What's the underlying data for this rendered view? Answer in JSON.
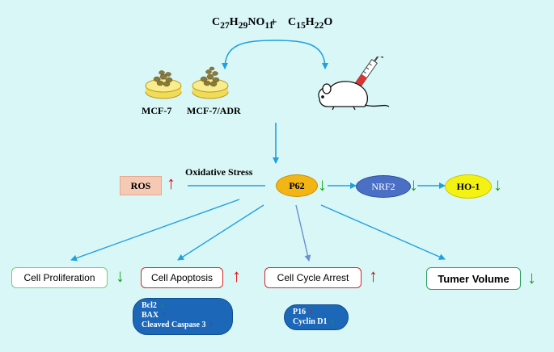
{
  "formulas": {
    "left": {
      "base": "C",
      "s1": "27",
      "h": "H",
      "s2": "29",
      "n": "NO",
      "s3": "11"
    },
    "plus": "+",
    "right": {
      "base": "C",
      "s1": "15",
      "h": "H",
      "s2": "22",
      "o": "O"
    }
  },
  "cell_lines": [
    "MCF-7",
    "MCF-7/ADR"
  ],
  "ros": {
    "label": "ROS",
    "trend": "up"
  },
  "oxidative_stress": "Oxidative Stress",
  "pathway": [
    {
      "label": "P62",
      "trend": "down"
    },
    {
      "label": "NRF2",
      "trend": "down"
    },
    {
      "label": "HO-1",
      "trend": "down"
    }
  ],
  "outcomes": [
    {
      "label": "Cell Proliferation",
      "trend": "down"
    },
    {
      "label": "Cell Apoptosis",
      "trend": "up"
    },
    {
      "label": "Cell Cycle Arrest",
      "trend": "up"
    },
    {
      "label": "Tumer Volume",
      "trend": "down"
    }
  ],
  "apoptosis_markers": [
    {
      "label": "Bcl2",
      "trend": "down"
    },
    {
      "label": "BAX",
      "trend": "up"
    },
    {
      "label": "Cleaved Caspase 3",
      "trend": "up"
    }
  ],
  "cell_cycle_markers": [
    {
      "label": "P16",
      "trend": "up"
    },
    {
      "label": "Cyclin D1",
      "trend": "down"
    }
  ],
  "colors": {
    "background": "#d9f7f7",
    "arrow": "#1fa0e0",
    "up_arrow": "#e01010",
    "down_arrow": "#17a317",
    "p62": "#f2b515",
    "nrf2": "#4a6fc4",
    "ho1": "#f4f212",
    "ros_box": "#f6c9b5",
    "pill": "#1d67b8"
  }
}
